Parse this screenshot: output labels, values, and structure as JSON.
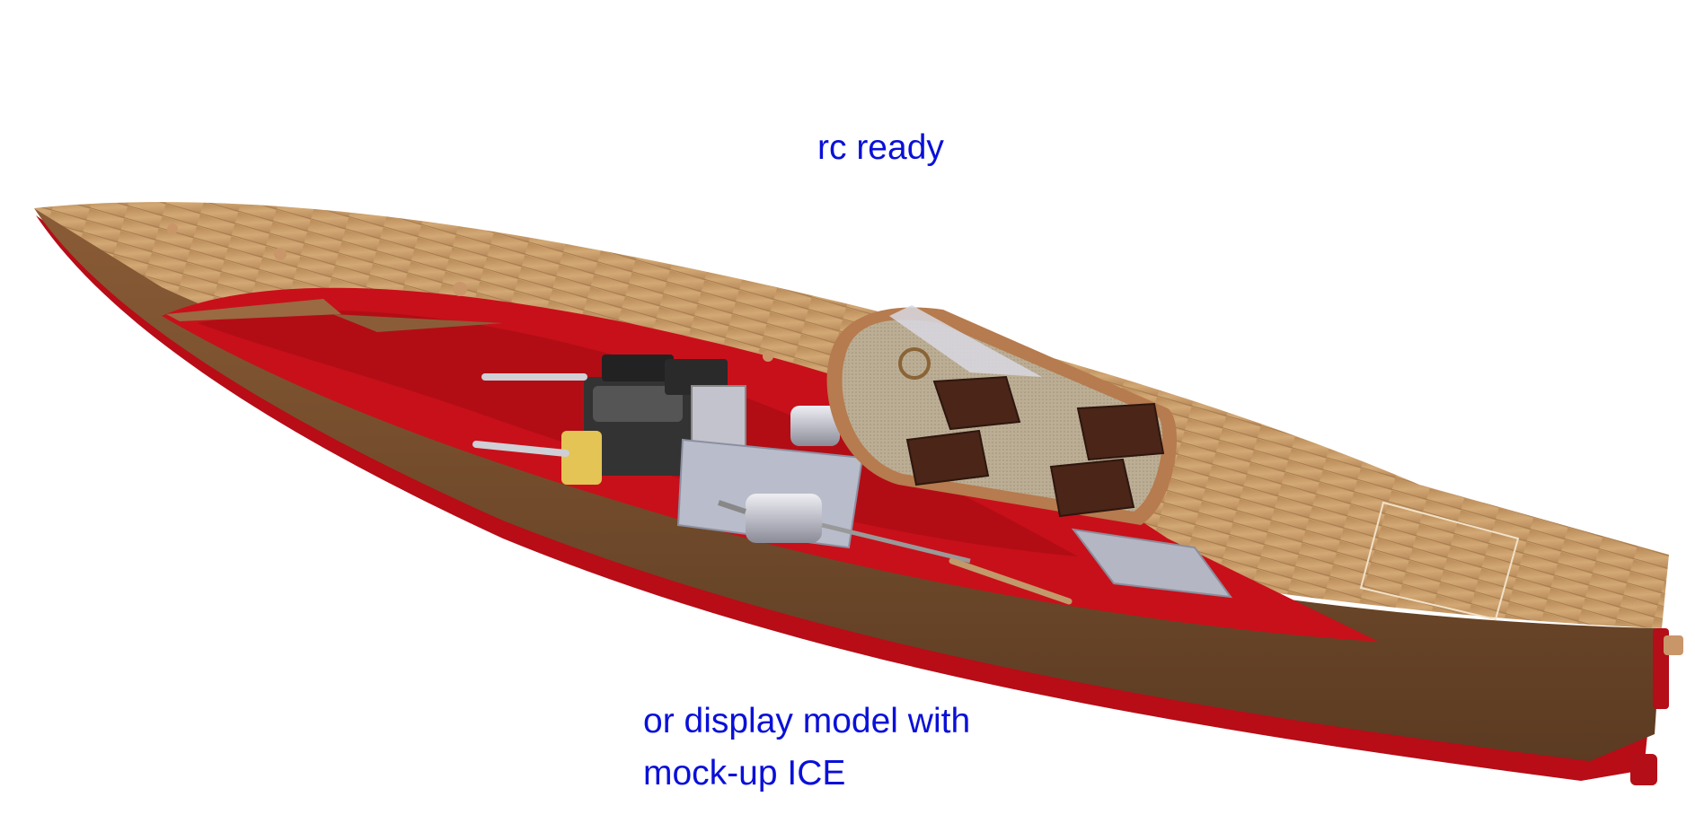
{
  "captions": {
    "top": "rc ready",
    "bottom_line1": "or display model with",
    "bottom_line2": "mock-up ICE"
  },
  "colors": {
    "caption_text": "#0a10d8",
    "hull_red": "#c8101a",
    "deck_wood": "#c69a62",
    "hull_wood": "#6e4a2c",
    "cockpit_carpet": "#b9ac92",
    "seat": "#4a2518",
    "motor_metal": "#c9c9d3"
  },
  "illustration": {
    "subject": "boat-3d-render",
    "icons": [
      "boat-illustration",
      "engine-icon",
      "electric-motor-icon",
      "seat-icon",
      "steering-wheel-icon",
      "rudder-icon"
    ]
  }
}
